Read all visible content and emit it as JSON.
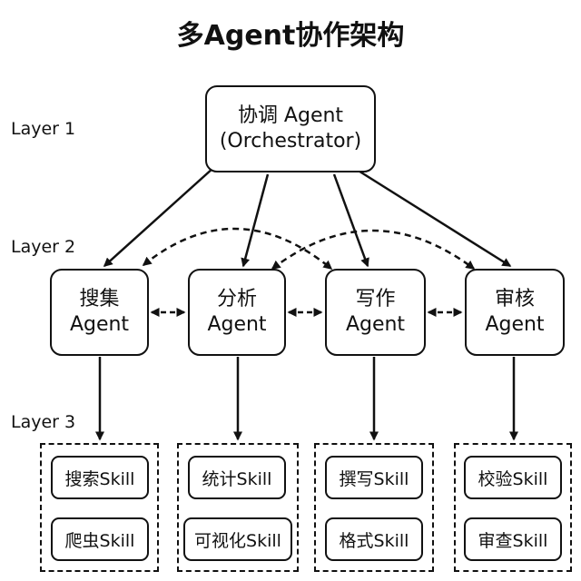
{
  "title": "多Agent协作架构",
  "layers": [
    {
      "label": "Layer 1"
    },
    {
      "label": "Layer 2"
    },
    {
      "label": "Layer 3"
    }
  ],
  "orchestrator": {
    "line1": "协调 Agent",
    "line2": "(Orchestrator)"
  },
  "agents": [
    {
      "line1": "搜集",
      "line2": "Agent",
      "skills": [
        "搜索Skill",
        "爬虫Skill"
      ]
    },
    {
      "line1": "分析",
      "line2": "Agent",
      "skills": [
        "统计Skill",
        "可视化Skill"
      ]
    },
    {
      "line1": "写作",
      "line2": "Agent",
      "skills": [
        "撰写Skill",
        "格式Skill"
      ]
    },
    {
      "line1": "审核",
      "line2": "Agent",
      "skills": [
        "校验Skill",
        "审查Skill"
      ]
    }
  ],
  "colors": {
    "stroke": "#111111",
    "background": "#ffffff"
  }
}
